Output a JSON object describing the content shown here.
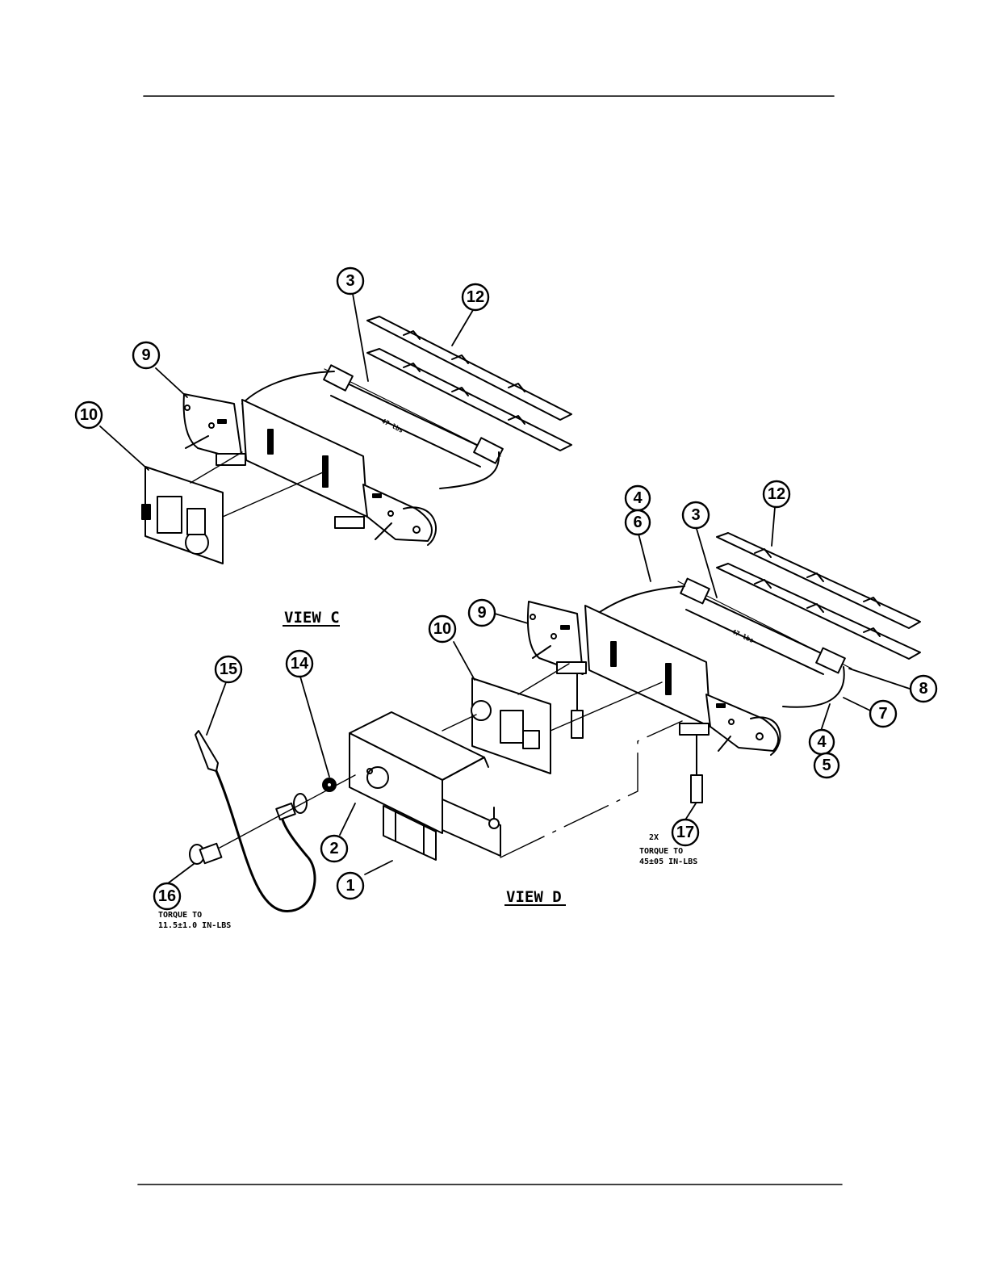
{
  "diagram": {
    "views": [
      {
        "id": "view-c",
        "label": "VIEW C"
      },
      {
        "id": "view-d",
        "label": "VIEW D"
      }
    ],
    "callouts": [
      {
        "id": "c-3",
        "label": "3"
      },
      {
        "id": "c-12",
        "label": "12"
      },
      {
        "id": "c-9",
        "label": "9"
      },
      {
        "id": "c-10",
        "label": "10"
      },
      {
        "id": "d-4a",
        "label": "4"
      },
      {
        "id": "d-6",
        "label": "6"
      },
      {
        "id": "d-3",
        "label": "3"
      },
      {
        "id": "d-12",
        "label": "12"
      },
      {
        "id": "d-9",
        "label": "9"
      },
      {
        "id": "d-10",
        "label": "10"
      },
      {
        "id": "d-8",
        "label": "8"
      },
      {
        "id": "d-7",
        "label": "7"
      },
      {
        "id": "d-4b",
        "label": "4"
      },
      {
        "id": "d-5",
        "label": "5"
      },
      {
        "id": "d-15",
        "label": "15"
      },
      {
        "id": "d-14",
        "label": "14"
      },
      {
        "id": "d-2",
        "label": "2"
      },
      {
        "id": "d-1",
        "label": "1"
      },
      {
        "id": "d-16",
        "label": "16"
      },
      {
        "id": "d-17",
        "label": "17"
      }
    ],
    "notes": {
      "n17_qty": "2X",
      "n17_torque": "TORQUE TO",
      "n17_value": "45±05 IN-LBS",
      "n16_torque": "TORQUE TO",
      "n16_value": "11.5±1.0 IN-LBS"
    },
    "element_marks": {
      "view_c": "47 lbs",
      "view_d": "47 lbs"
    }
  }
}
